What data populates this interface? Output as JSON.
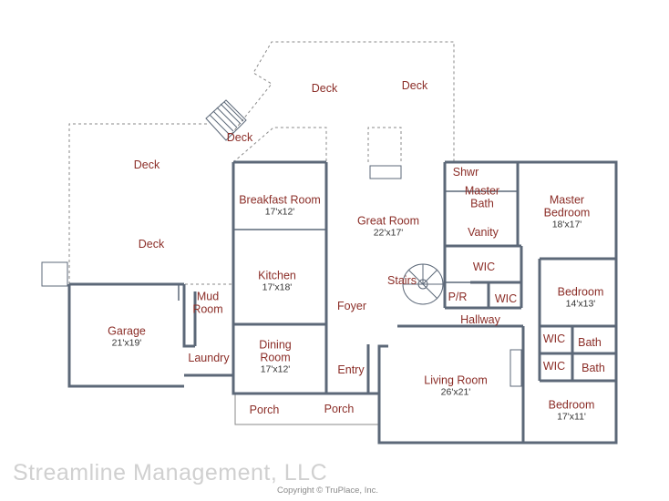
{
  "colors": {
    "label": "#8b2d27",
    "wall": "#5c6878",
    "dashed": "#8a8a8a",
    "background": "#ffffff"
  },
  "watermark": "Streamline Management, LLC",
  "copyright": "Copyright © TruPlace, Inc.",
  "rooms": {
    "deck_top_left": {
      "name": "Deck"
    },
    "deck_top_right": {
      "name": "Deck"
    },
    "deck_stairs": {
      "name": "Deck"
    },
    "deck_left_upper": {
      "name": "Deck"
    },
    "deck_left_lower": {
      "name": "Deck"
    },
    "breakfast_room": {
      "name": "Breakfast Room",
      "dims": "17'x12'"
    },
    "great_room": {
      "name": "Great Room",
      "dims": "22'x17'"
    },
    "shwr": {
      "name": "Shwr"
    },
    "master_bath": {
      "name": "Master Bath"
    },
    "vanity": {
      "name": "Vanity"
    },
    "master_bedroom": {
      "name": "Master Bedroom",
      "dims": "18'x17'"
    },
    "kitchen": {
      "name": "Kitchen",
      "dims": "17'x18'"
    },
    "stairs": {
      "name": "Stairs"
    },
    "wic_master": {
      "name": "WIC"
    },
    "pr": {
      "name": "P/R"
    },
    "wic_small": {
      "name": "WIC"
    },
    "bedroom_1": {
      "name": "Bedroom",
      "dims": "14'x13'"
    },
    "mud_room": {
      "name": "Mud Room"
    },
    "foyer": {
      "name": "Foyer"
    },
    "hallway": {
      "name": "Hallway"
    },
    "garage": {
      "name": "Garage",
      "dims": "21'x19'"
    },
    "laundry": {
      "name": "Laundry"
    },
    "dining_room": {
      "name": "Dining Room",
      "dims": "17'x12'"
    },
    "entry": {
      "name": "Entry"
    },
    "living_room": {
      "name": "Living Room",
      "dims": "26'x21'"
    },
    "wic_bed1": {
      "name": "WIC"
    },
    "bath_1": {
      "name": "Bath"
    },
    "wic_bed2": {
      "name": "WIC"
    },
    "bath_2": {
      "name": "Bath"
    },
    "bedroom_2": {
      "name": "Bedroom",
      "dims": "17'x11'"
    },
    "porch_left": {
      "name": "Porch"
    },
    "porch_right": {
      "name": "Porch"
    }
  }
}
